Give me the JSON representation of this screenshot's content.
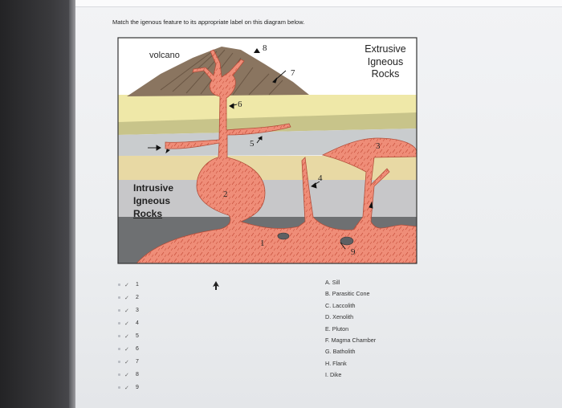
{
  "question": "Match the igenous feature to its appropriate label on this diagram below.",
  "diagram": {
    "label_volcano": "volcano",
    "extrusive": [
      "Extrusive",
      "Igneous",
      "Rocks"
    ],
    "intrusive": [
      "Intrusive",
      "Igneous",
      "Rocks"
    ],
    "numbers": {
      "n1": "1",
      "n2": "2",
      "n3": "3",
      "n4": "4",
      "n5": "5",
      "n6": "6",
      "n7": "7",
      "n8": "8",
      "n9": "9"
    }
  },
  "answers": [
    {
      "number": "1",
      "icon": "chevron-down-icon"
    },
    {
      "number": "2",
      "icon": "chevron-down-icon"
    },
    {
      "number": "3",
      "icon": "chevron-down-icon"
    },
    {
      "number": "4",
      "icon": "chevron-down-icon"
    },
    {
      "number": "5",
      "icon": "chevron-down-icon"
    },
    {
      "number": "6",
      "icon": "chevron-down-icon"
    },
    {
      "number": "7",
      "icon": "chevron-down-icon"
    },
    {
      "number": "8",
      "icon": "chevron-down-icon"
    },
    {
      "number": "9",
      "icon": "chevron-down-icon"
    }
  ],
  "options": [
    "A. Sill",
    "B. Parasitic Cone",
    "C. Laccolith",
    "D. Xenolith",
    "E. Pluton",
    "F. Magma Chamber",
    "G. Batholith",
    "H. Flank",
    "I. Dike"
  ],
  "colors": {
    "magma": "#ef8d78",
    "volcano": "#8a7560",
    "layer_yellow": "#efe8a8",
    "layer_olive": "#c8c48a",
    "layer_grey": "#c9ccce",
    "layer_tan": "#e8d9a4",
    "layer_dark": "#6e7072"
  }
}
